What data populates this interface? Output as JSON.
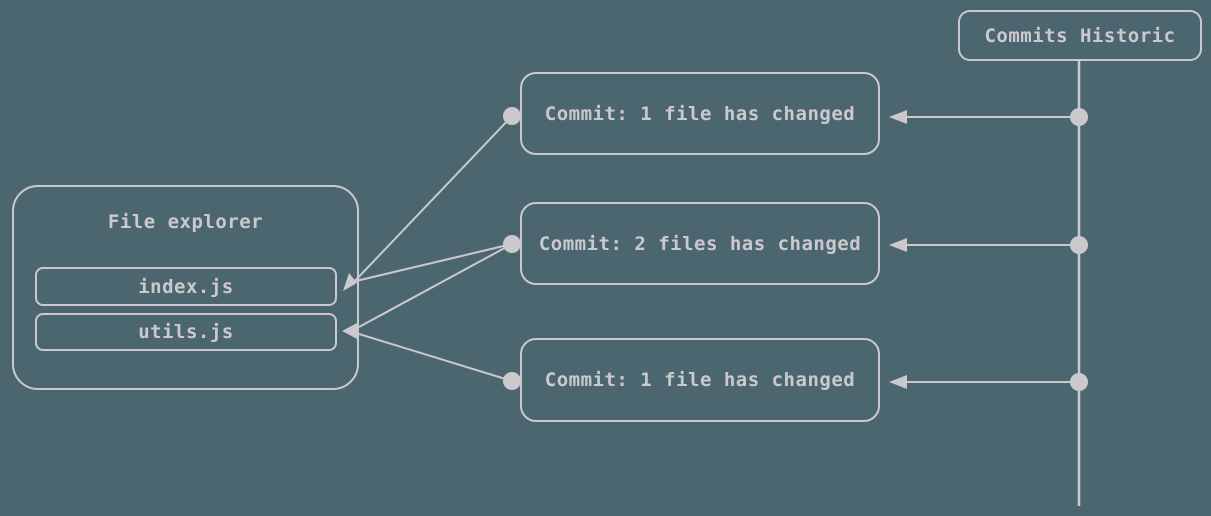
{
  "colors": {
    "background": "#4c6670",
    "foreground": "#cbc9cd"
  },
  "timeline": {
    "title": "Commits Historic"
  },
  "commits": [
    {
      "label": "Commit: 1 file has changed"
    },
    {
      "label": "Commit: 2 files has changed"
    },
    {
      "label": "Commit: 1 file has changed"
    }
  ],
  "file_explorer": {
    "title": "File explorer",
    "files": [
      {
        "name": "index.js"
      },
      {
        "name": "utils.js"
      }
    ]
  },
  "edges": [
    {
      "from": "timeline",
      "to": "commit-1"
    },
    {
      "from": "timeline",
      "to": "commit-2"
    },
    {
      "from": "timeline",
      "to": "commit-3"
    },
    {
      "from": "commit-1",
      "to": "index.js"
    },
    {
      "from": "commit-2",
      "to": "index.js"
    },
    {
      "from": "commit-2",
      "to": "utils.js"
    },
    {
      "from": "commit-3",
      "to": "utils.js"
    }
  ]
}
